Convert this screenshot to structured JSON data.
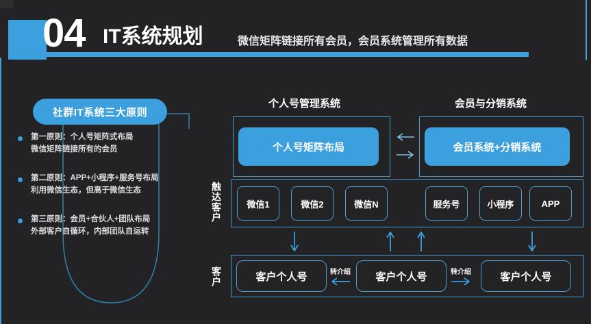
{
  "header": {
    "number": "04",
    "title": "IT系统规划",
    "subtitle": "微信矩阵链接所有会员，会员系统管理所有数据",
    "accent_color": "#3ba0dd",
    "background_color": "#232325"
  },
  "sidebar": {
    "pill_label": "社群IT系统三大原则",
    "principles": [
      {
        "line1": "第一原则：个人号矩阵式布局",
        "line2": "微信矩阵链接所有的会员"
      },
      {
        "line1": "第二原则：APP+小程序+服务号布局",
        "line2": "利用微信生态，但高于微信生态"
      },
      {
        "line1": "第三原则：会员+合伙人+团队布局",
        "line2": "外部客户自循环，内部团队自运转"
      }
    ]
  },
  "diagram": {
    "section_titles": {
      "left": "个人号管理系统",
      "right": "会员与分销系统"
    },
    "top_boxes": {
      "left": "个人号矩阵布局",
      "right": "会员系统+分销系统"
    },
    "exchange_arrows": [
      "arrow-left-icon",
      "arrow-right-icon"
    ],
    "row_labels": {
      "channels": "触达客户",
      "customers": "客户"
    },
    "channels_left": [
      "微信1",
      "微信2",
      "微信N"
    ],
    "channels_right": [
      "服务号",
      "小程序",
      "APP"
    ],
    "flow_arrows": [
      {
        "name": "arrow-down-icon",
        "dir": "down"
      },
      {
        "name": "arrow-up-icon",
        "dir": "up"
      },
      {
        "name": "arrow-up-icon",
        "dir": "up"
      },
      {
        "name": "arrow-down-icon",
        "dir": "down"
      }
    ],
    "customers": [
      "客户个人号",
      "客户个人号",
      "客户个人号"
    ],
    "referral_label_left": "转介绍",
    "referral_label_right": "转介绍",
    "referral_arrow_left": "arrow-left-icon",
    "referral_arrow_right": "arrow-right-icon"
  }
}
